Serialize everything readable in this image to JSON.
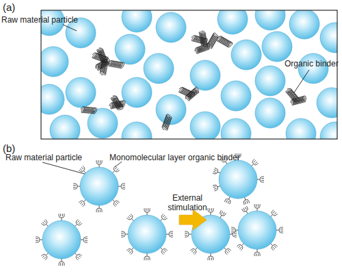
{
  "diagram": {
    "labels": [
      "(a)",
      "Raw material particle",
      "Organic binder",
      "(b)",
      "Raw material particle",
      "Monomolecular layer organic binder",
      "External stimulation"
    ]
  }
}
